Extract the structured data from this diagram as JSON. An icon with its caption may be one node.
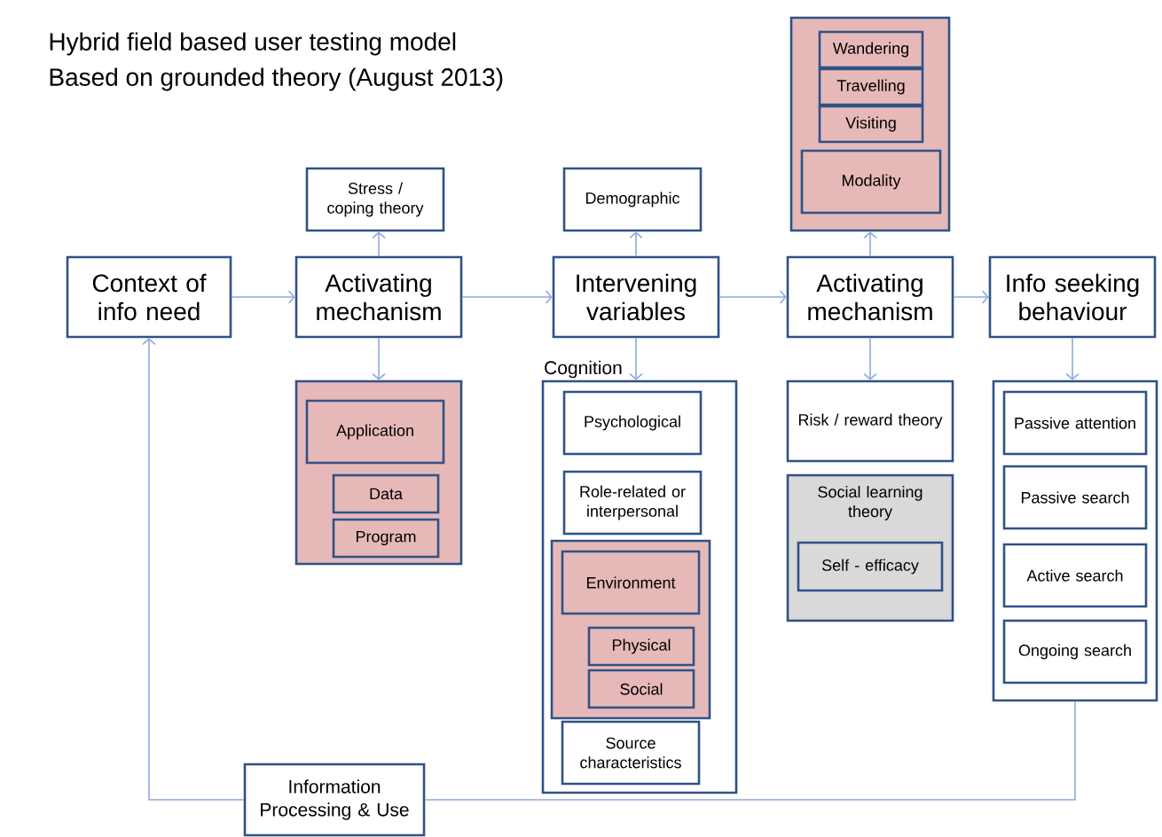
{
  "diagram": {
    "title": "Hybrid field based user testing model",
    "nodes": [
      {
        "text": [
          "Context of info need"
        ]
      },
      {
        "text": [
          "Activating mechanism"
        ]
      },
      {
        "text": [
          "Stress / coping theory"
        ]
      },
      {
        "text": [],
        "shape": "box"
      },
      {
        "text": [
          "Application"
        ],
        "in": 3
      },
      {
        "text": [
          "Data"
        ],
        "in": 3
      },
      {
        "text": [
          "Program"
        ],
        "in": 3
      },
      {
        "text": [
          "Intervening variables"
        ]
      },
      {
        "text": [
          "Demographic"
        ]
      },
      {
        "text": [
          "Cognition"
        ]
      },
      {
        "text": [
          "Psychological"
        ],
        "in": 9
      },
      {
        "text": [
          "Role-related or interpersonal"
        ],
        "in": 9
      },
      {
        "text": [],
        "shape": "box",
        "in": 9
      },
      {
        "text": [
          "Environment"
        ],
        "in": 12
      },
      {
        "text": [
          "Physical"
        ],
        "in": 12
      },
      {
        "text": [
          "Social"
        ],
        "in": 12
      },
      {
        "text": [
          "Source characteristics"
        ],
        "in": 9
      },
      {
        "text": [
          "Activating mechanism"
        ]
      },
      {
        "text": [],
        "shape": "box"
      },
      {
        "text": [
          "Wandering"
        ],
        "in": 18
      },
      {
        "text": [
          "Travelling"
        ],
        "in": 18
      },
      {
        "text": [
          "Visiting"
        ],
        "in": 18
      },
      {
        "text": [
          "Modality"
        ],
        "in": 18
      },
      {
        "text": [
          "Risk / reward theory"
        ]
      },
      {
        "text": [
          "Social learning theory"
        ]
      },
      {
        "text": [
          "Self - efficacy"
        ],
        "in": 24
      },
      {
        "text": [
          "Info seeking behaviour"
        ]
      },
      {
        "text": [],
        "shape": "box"
      },
      {
        "text": [
          "Passive attention"
        ],
        "in": 27
      },
      {
        "text": [
          "Passive search"
        ],
        "in": 27
      },
      {
        "text": [
          "Active search"
        ],
        "in": 27
      },
      {
        "text": [
          "Ongoing search"
        ],
        "in": 27
      },
      {
        "text": [
          "Information Processing & Use"
        ]
      }
    ],
    "edges": [
      {
        "from": 0,
        "to": 1,
        "arrow": "to"
      },
      {
        "from": 1,
        "to": 2,
        "arrow": "to"
      },
      {
        "from": 1,
        "to": 3,
        "arrow": "to"
      },
      {
        "from": 1,
        "to": 7,
        "arrow": "to"
      },
      {
        "from": 7,
        "to": 8,
        "arrow": "to"
      },
      {
        "from": 7,
        "to": 9,
        "arrow": "to"
      },
      {
        "from": 7,
        "to": 17,
        "arrow": "to"
      },
      {
        "from": 17,
        "to": 18,
        "arrow": "to"
      },
      {
        "from": 17,
        "to": 23,
        "arrow": "to"
      },
      {
        "from": 17,
        "to": 26,
        "arrow": "to"
      },
      {
        "from": 26,
        "to": 27,
        "arrow": "to"
      },
      {
        "from": 27,
        "to": 32,
        "arrow": "none"
      },
      {
        "from": 32,
        "to": 0,
        "arrow": "to"
      }
    ],
    "labels": [
      "Based on grounded theory (August 2013)"
    ]
  }
}
